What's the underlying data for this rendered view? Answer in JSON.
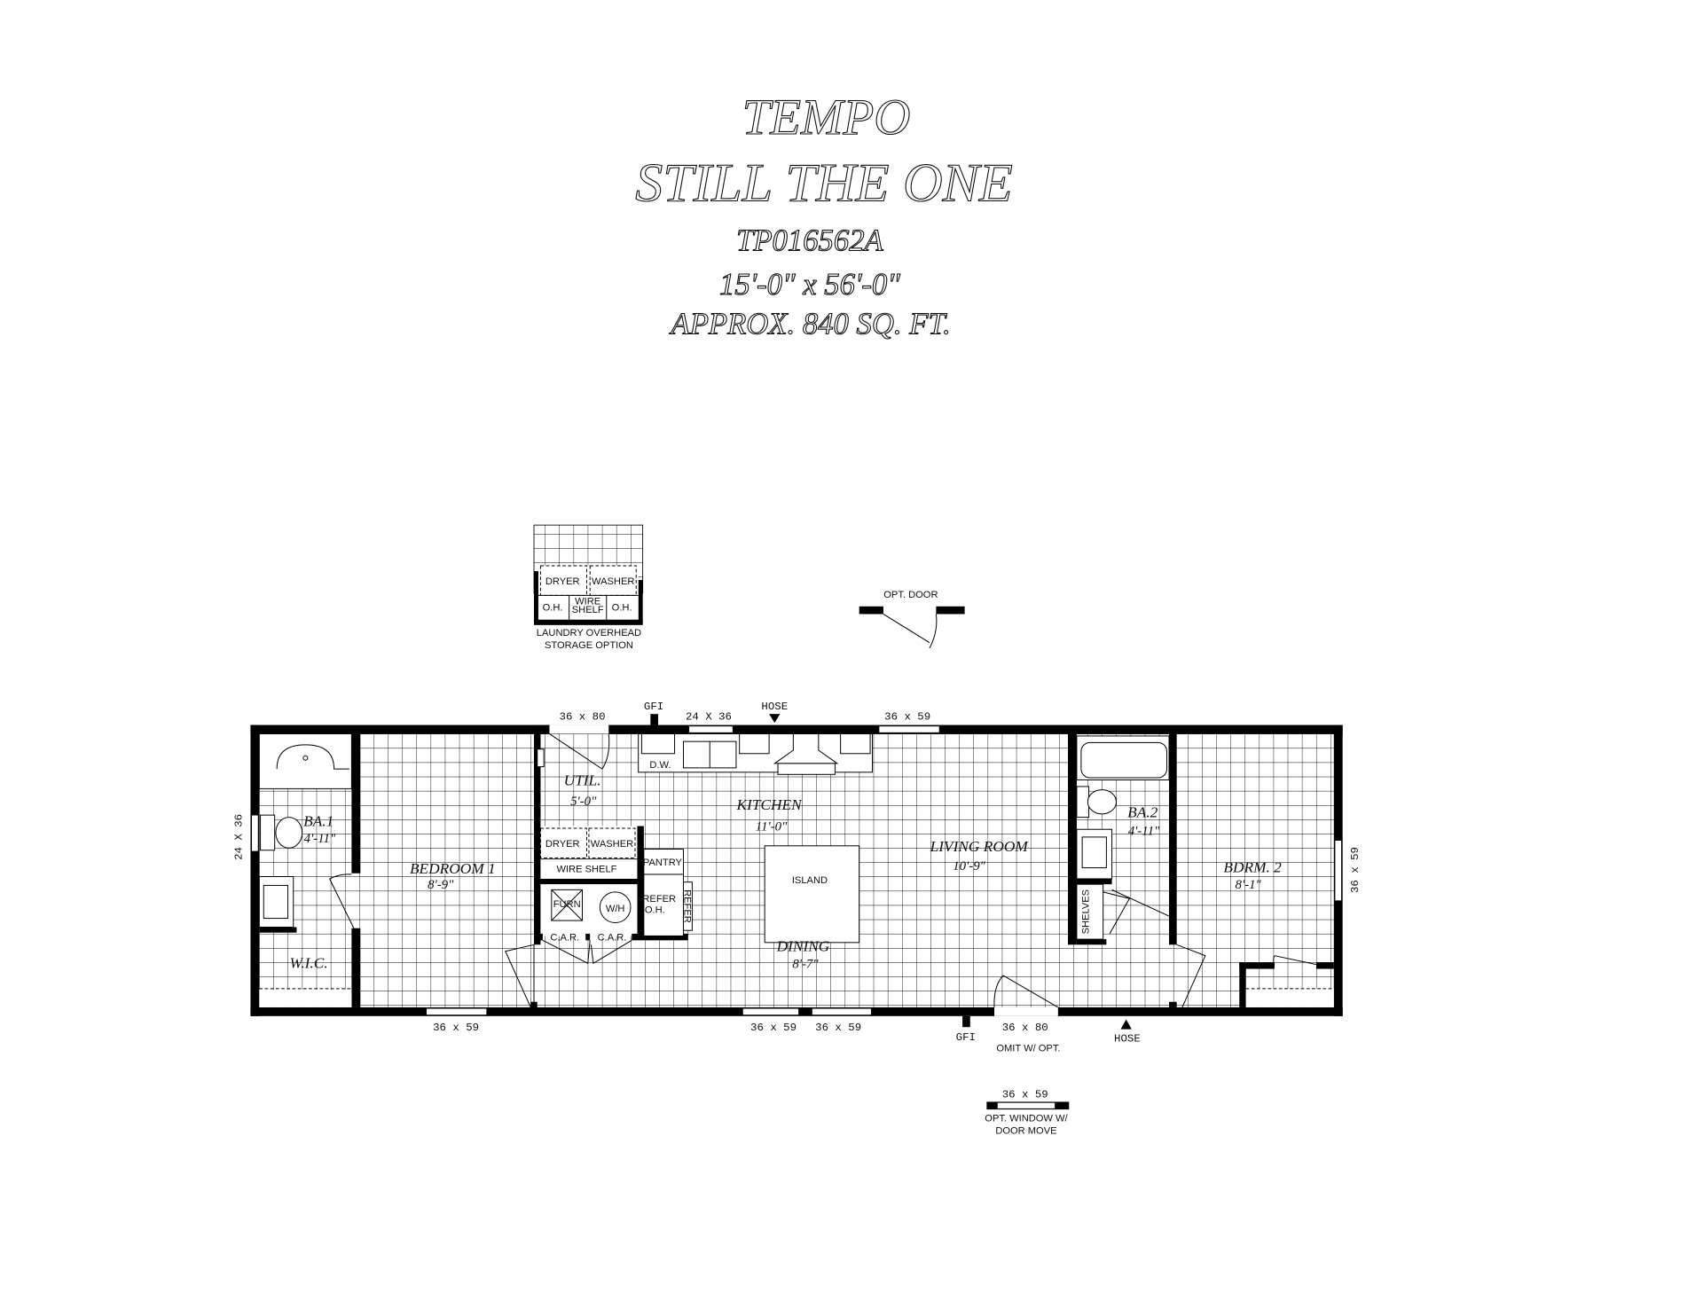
{
  "header": {
    "series": "TEMPO",
    "model_name": "STILL THE ONE",
    "model_number": "TP016562A",
    "dimensions": "15'-0\" x 56'-0\"",
    "area": "APPROX. 840 SQ. FT."
  },
  "laundry_option": {
    "dryer": "DRYER",
    "washer": "WASHER",
    "oh_left": "O.H.",
    "wire": "WIRE",
    "shelf": "SHELF",
    "oh_right": "O.H.",
    "caption_1": "LAUNDRY OVERHEAD",
    "caption_2": "STORAGE OPTION"
  },
  "opt_door": {
    "label": "OPT. DOOR"
  },
  "opt_window": {
    "size": "36 x 59",
    "caption_1": "OPT. WINDOW W/",
    "caption_2": "DOOR MOVE"
  },
  "exterior_labels": {
    "top": [
      "36 x 80",
      "GFI",
      "24 X 36",
      "HOSE",
      "36 x 59"
    ],
    "bottom": [
      "36 x 59",
      "36 x 59",
      "36 x 59",
      "GFI",
      "36 x 80",
      "OMIT W/ OPT.",
      "HOSE"
    ],
    "left": "24 X 36",
    "right": "36 x 59"
  },
  "rooms": {
    "ba1": {
      "name": "BA.1",
      "size": "4'-11\""
    },
    "bedroom1": {
      "name": "BEDROOM 1",
      "size": "8'-9\""
    },
    "wic": {
      "name": "W.I.C."
    },
    "util": {
      "name": "UTIL.",
      "size": "5'-0\""
    },
    "kitchen": {
      "name": "KITCHEN",
      "size": "11'-0\""
    },
    "dining": {
      "name": "DINING",
      "size": "8'-7\""
    },
    "living": {
      "name": "LIVING ROOM",
      "size": "10'-9\""
    },
    "ba2": {
      "name": "BA.2",
      "size": "4'-11\""
    },
    "bdrm2": {
      "name": "BDRM. 2",
      "size": "8'-1\""
    }
  },
  "fixtures": {
    "dryer": "DRYER",
    "washer": "WASHER",
    "wire_shelf": "WIRE SHELF",
    "pantry": "PANTRY",
    "refer": "REFER",
    "refer_oh": "O.H.",
    "refer_unit": "REFER",
    "furn": "FURN",
    "wh": "W/H",
    "car_1": "C.A.R.",
    "car_2": "C.A.R.",
    "dw": "D.W.",
    "island": "ISLAND",
    "shelves": "SHELVES"
  }
}
